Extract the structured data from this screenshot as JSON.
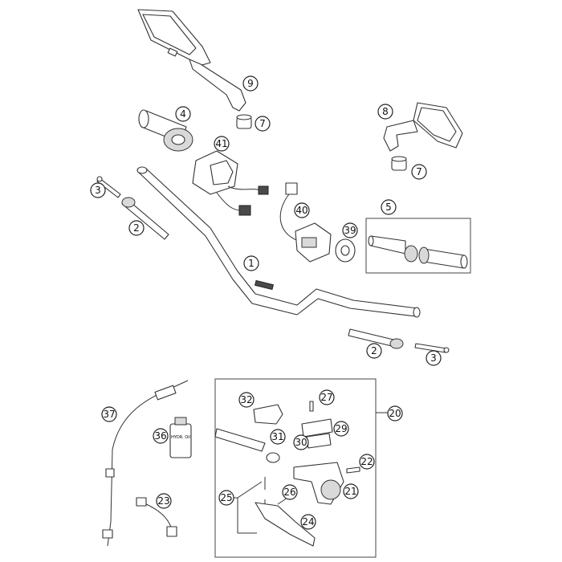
{
  "diagram": {
    "callouts": {
      "c1": "1",
      "c2a": "2",
      "c2b": "2",
      "c3a": "3",
      "c3b": "3",
      "c4": "4",
      "c5": "5",
      "c7a": "7",
      "c7b": "7",
      "c8": "8",
      "c9": "9",
      "c20": "20",
      "c21": "21",
      "c22": "22",
      "c23": "23",
      "c24": "24",
      "c25": "25",
      "c26": "26",
      "c27": "27",
      "c29": "29",
      "c30": "30",
      "c31": "31",
      "c32": "32",
      "c36": "36",
      "c37": "37",
      "c39": "39",
      "c40": "40",
      "c41": "41"
    },
    "labels": {
      "oil_bottle": "HYDR. Oil"
    }
  }
}
